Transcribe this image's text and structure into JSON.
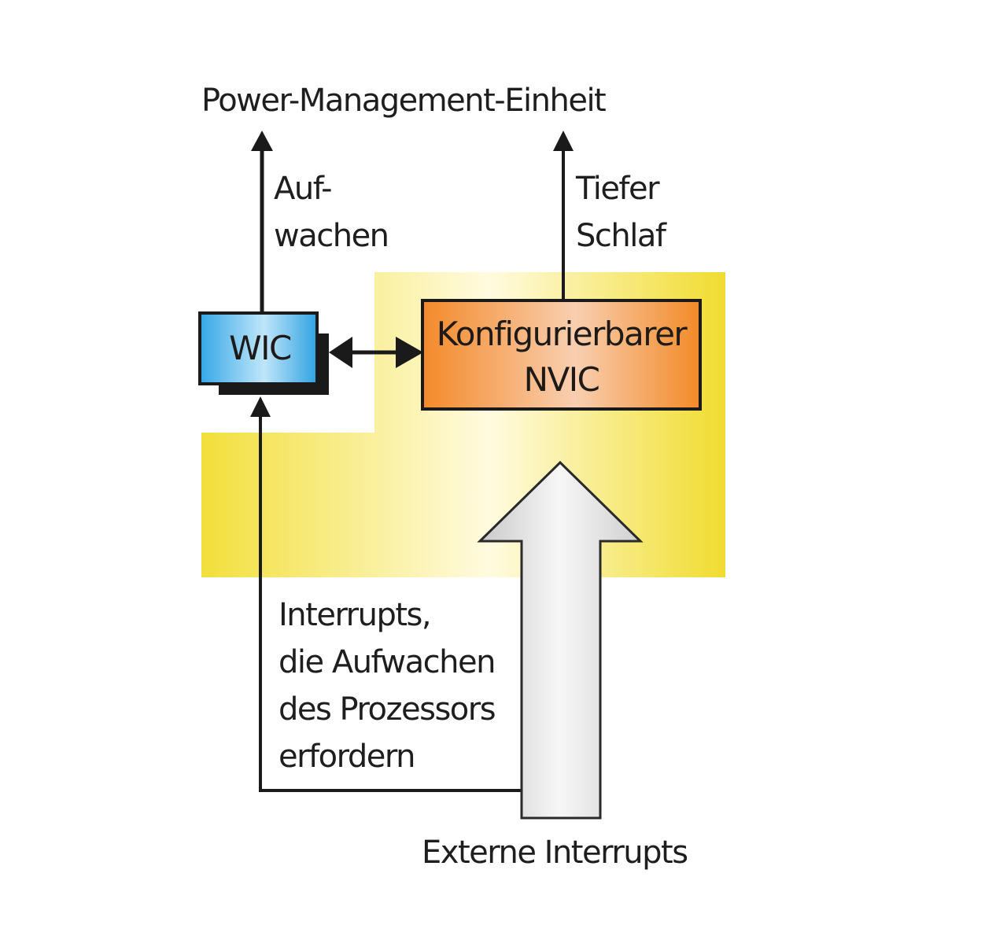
{
  "diagram": {
    "title": "Power-Management-Einheit",
    "labels": {
      "wakeup_line1": "Auf-",
      "wakeup_line2": "wachen",
      "deepsleep_line1": "Tiefer",
      "deepsleep_line2": "Schlaf",
      "wake_interrupts": [
        "Interrupts,",
        "die Aufwachen",
        "des Prozessors",
        "erfordern"
      ],
      "external_interrupts": "Externe Interrupts"
    },
    "nodes": {
      "wic": {
        "label": "WIC",
        "color": "#3fb0e8"
      },
      "nvic": {
        "line1": "Konfigurierbarer",
        "line2": "NVIC",
        "color": "#f39032"
      }
    },
    "colors": {
      "highlight_region": "#f0de3a",
      "highlight_center": "#fffbe0",
      "big_arrow": "#d8d8d8",
      "line": "#1a1a1a"
    },
    "edges": [
      {
        "from": "wic",
        "to": "Power-Management-Einheit",
        "label": "Aufwachen"
      },
      {
        "from": "nvic",
        "to": "Power-Management-Einheit",
        "label": "Tiefer Schlaf"
      },
      {
        "from": "wic",
        "to": "nvic",
        "bidirectional": true
      },
      {
        "from": "Externe Interrupts",
        "to": "wic",
        "label": "Interrupts, die Aufwachen des Prozessors erfordern"
      },
      {
        "from": "Externe Interrupts",
        "to": "nvic"
      }
    ]
  }
}
